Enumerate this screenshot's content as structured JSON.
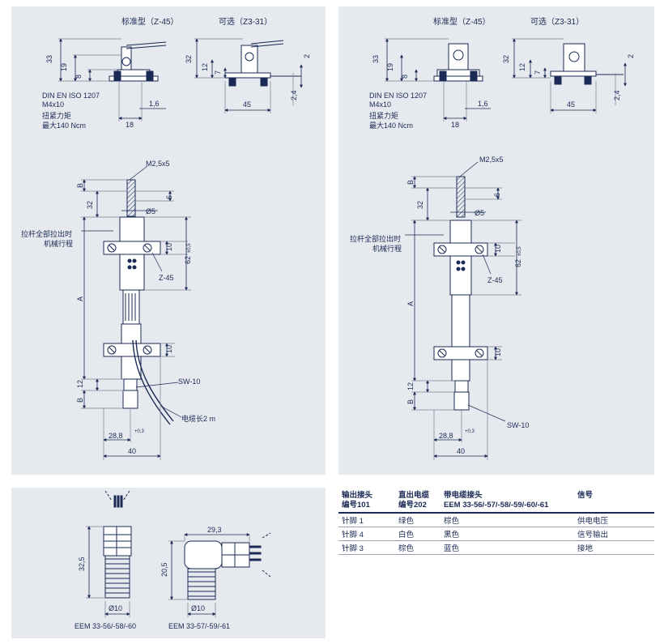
{
  "figure": {
    "left": {
      "title_std": "标准型（Z-45）",
      "title_opt": "可选（Z3-31）",
      "std_dims": {
        "d33": "33",
        "d19": "19",
        "d8": "8",
        "d1_6": "1,6",
        "d18": "18"
      },
      "opt_dims": {
        "d32": "32",
        "d12": "12",
        "d7": "7",
        "d2": "2",
        "d2_4": "2,4",
        "d45": "45"
      },
      "std_note": [
        "DIN EN ISO 1207",
        "M4x10",
        "扭紧力矩",
        "最大140 Ncm"
      ],
      "main_dims": {
        "B_top": "B",
        "d32": "32",
        "d6": "6",
        "phi5": "Ø5",
        "d10a": "10",
        "d62": "62",
        "tol62": "±0,5",
        "A": "A",
        "d10b": "10",
        "d12": "12",
        "B_bot": "B",
        "d28_8": "28,8",
        "tol28": "+0,3",
        "d40": "40"
      },
      "labels": {
        "m25": "M2,5x5",
        "stroke": [
          "拉杆全部拉出时",
          "机械行程"
        ],
        "z45": "Z-45",
        "sw10": "SW-10",
        "cable": "电缆长2 m"
      }
    },
    "right": {
      "title_std": "标准型（Z-45）",
      "title_opt": "可选（Z3-31）",
      "std_dims": {
        "d33": "33",
        "d19": "19",
        "d8": "8",
        "d1_6": "1,6",
        "d18": "18"
      },
      "opt_dims": {
        "d32": "32",
        "d12": "12",
        "d7": "7",
        "d2": "2",
        "d2_4": "2,4",
        "d45": "45"
      },
      "std_note": [
        "DIN EN ISO 1207",
        "M4x10",
        "扭紧力矩",
        "最大140 Ncm"
      ],
      "main_dims": {
        "B_top": "B",
        "d32": "32",
        "d6": "6",
        "phi5": "Ø5",
        "d10a": "10",
        "d62": "62",
        "tol62": "±0,5",
        "A": "A",
        "d10b": "10",
        "d12": "12",
        "B_bot": "B",
        "d28_8": "28,8",
        "tol28": "+0,3",
        "d40": "40"
      },
      "labels": {
        "m25": "M2,5x5",
        "stroke": [
          "拉杆全部拉出时",
          "机械行程"
        ],
        "z45": "Z-45",
        "sw10": "SW-10"
      }
    },
    "connectors": {
      "straight": {
        "d32_5": "32,5",
        "phi10": "Ø10",
        "caption": "EEM 33-56/-58/-60"
      },
      "angled": {
        "d29_3": "29,3",
        "d20_5": "20,5",
        "phi10": "Ø10",
        "caption": "EEM 33-57/-59/-61"
      }
    }
  },
  "table": {
    "headers": [
      [
        "输出接头",
        "编号101"
      ],
      [
        "直出电缆",
        "编号202"
      ],
      [
        "带电缆接头",
        "EEM 33-56/-57/-58/-59/-60/-61"
      ],
      [
        "信号",
        ""
      ]
    ],
    "rows": [
      [
        "针脚 1",
        "绿色",
        "棕色",
        "供电电压"
      ],
      [
        "针脚 4",
        "白色",
        "黑色",
        "信号输出"
      ],
      [
        "针脚 3",
        "棕色",
        "蓝色",
        "接地"
      ]
    ]
  },
  "colors": {
    "panel": "#e6e9ee",
    "ink": "#1a2a55",
    "line": "#7a8296",
    "fill": "#ffffff"
  }
}
